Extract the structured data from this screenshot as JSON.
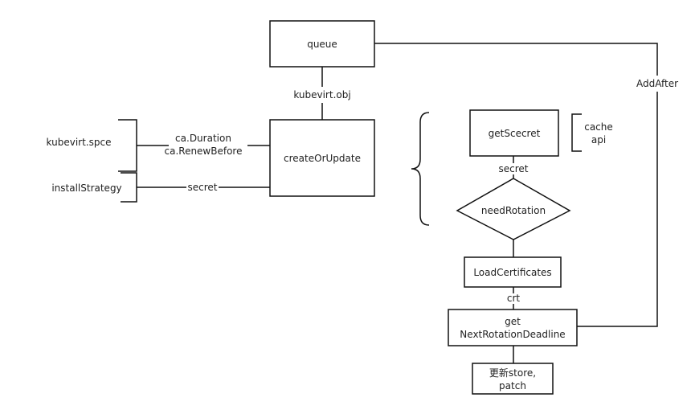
{
  "nodes": {
    "queue": "queue",
    "create_or_update": "createOrUpdate",
    "get_secret": "getScecret",
    "need_rotation": "needRotation",
    "load_certificates": "LoadCertificates",
    "get_next_rotation_line1": "get",
    "get_next_rotation_line2": "NextRotationDeadline",
    "update_store_line1": "更新store,",
    "update_store_line2": "patch"
  },
  "labels": {
    "kubevirt_obj": "kubevirt.obj",
    "add_after": "AddAfter",
    "kubevirt_spce": "kubevirt.spce",
    "install_strategy": "installStrategy",
    "ca_duration": "ca.Duration",
    "ca_renew_before": "ca.RenewBefore",
    "secret_left": "secret",
    "secret_mid": "secret",
    "cache": "cache",
    "api": "api",
    "crt": "crt"
  },
  "colors": {
    "stroke": "#111111",
    "text": "#222222",
    "background": "#ffffff"
  }
}
